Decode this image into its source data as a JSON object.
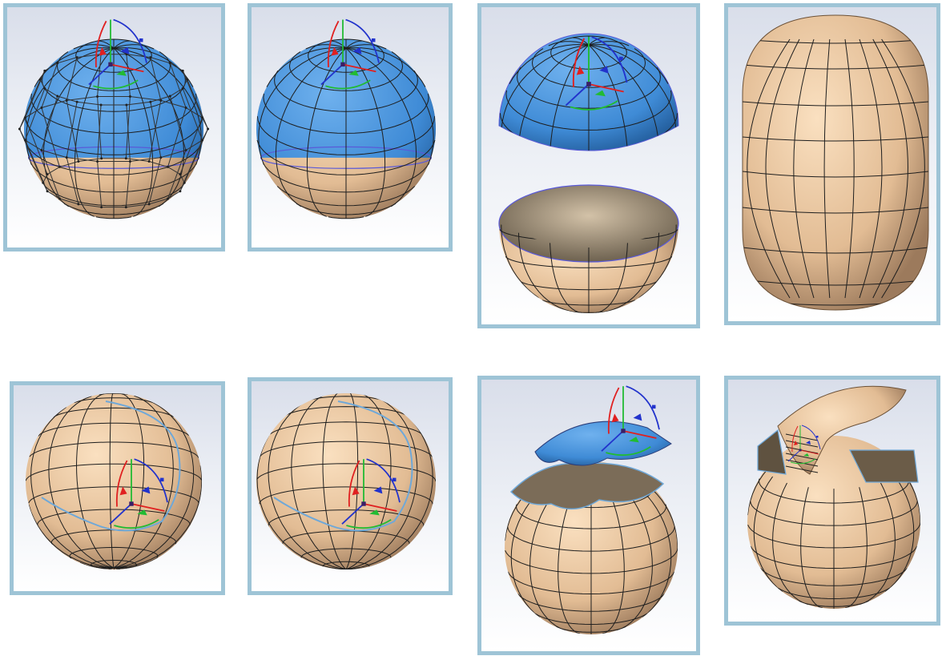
{
  "colors": {
    "panel_border": "#9ec4d6",
    "skin_light": "#fae0c0",
    "skin_mid": "#e2bc94",
    "skin_dark": "#9c7a5c",
    "blue_light": "#6fb1ee",
    "blue_mid": "#3f8bd6",
    "blue_dark": "#245f9e",
    "mesh_line": "#1e1e1e",
    "seam_line": "#6fa8d8",
    "axis_red": "#e02020",
    "axis_green": "#22bb33",
    "axis_blue": "#2233cc"
  },
  "panels": [
    {
      "id": "p1",
      "shape": "sphere-split-cage",
      "label": ""
    },
    {
      "id": "p2",
      "shape": "sphere-split",
      "label": ""
    },
    {
      "id": "p3",
      "shape": "sphere-separated-halves",
      "label": ""
    },
    {
      "id": "p4",
      "shape": "capsule",
      "label": ""
    },
    {
      "id": "p5",
      "shape": "sphere-patch",
      "label": ""
    },
    {
      "id": "p6",
      "shape": "sphere-patch-bulged",
      "label": ""
    },
    {
      "id": "p7",
      "shape": "sphere-lifted-cap",
      "label": ""
    },
    {
      "id": "p8",
      "shape": "sphere-opened-lid",
      "label": ""
    }
  ]
}
